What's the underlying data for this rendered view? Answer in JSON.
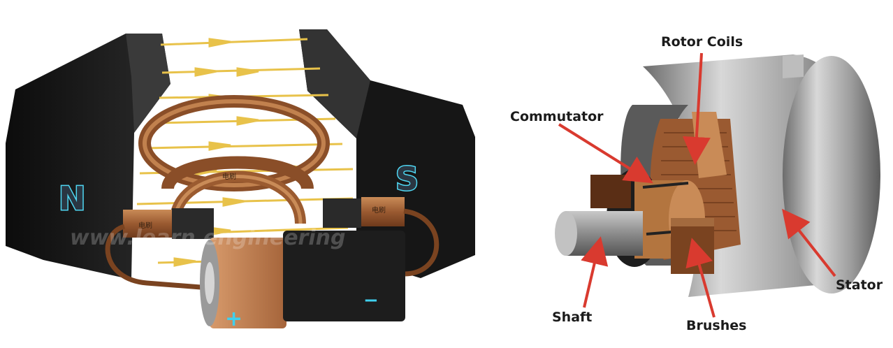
{
  "left_diagram": {
    "north_pole": "N",
    "south_pole": "S",
    "plus_sign": "+",
    "minus_sign": "−",
    "brush_text": "电刷",
    "coil_text": "电刷",
    "watermark": "www.learn.engineering"
  },
  "right_diagram": {
    "labels": {
      "rotor_coils": "Rotor Coils",
      "commutator": "Commutator",
      "stator": "Stator",
      "shaft": "Shaft",
      "brushes": "Brushes"
    }
  },
  "colors": {
    "magnet": "#1e1e1e",
    "copper": "#a5643a",
    "field_line": "#e8c24a",
    "arrow": "#d93a2f",
    "stator": "#9b9b9b",
    "pole_glow": "#4fd6f2"
  }
}
